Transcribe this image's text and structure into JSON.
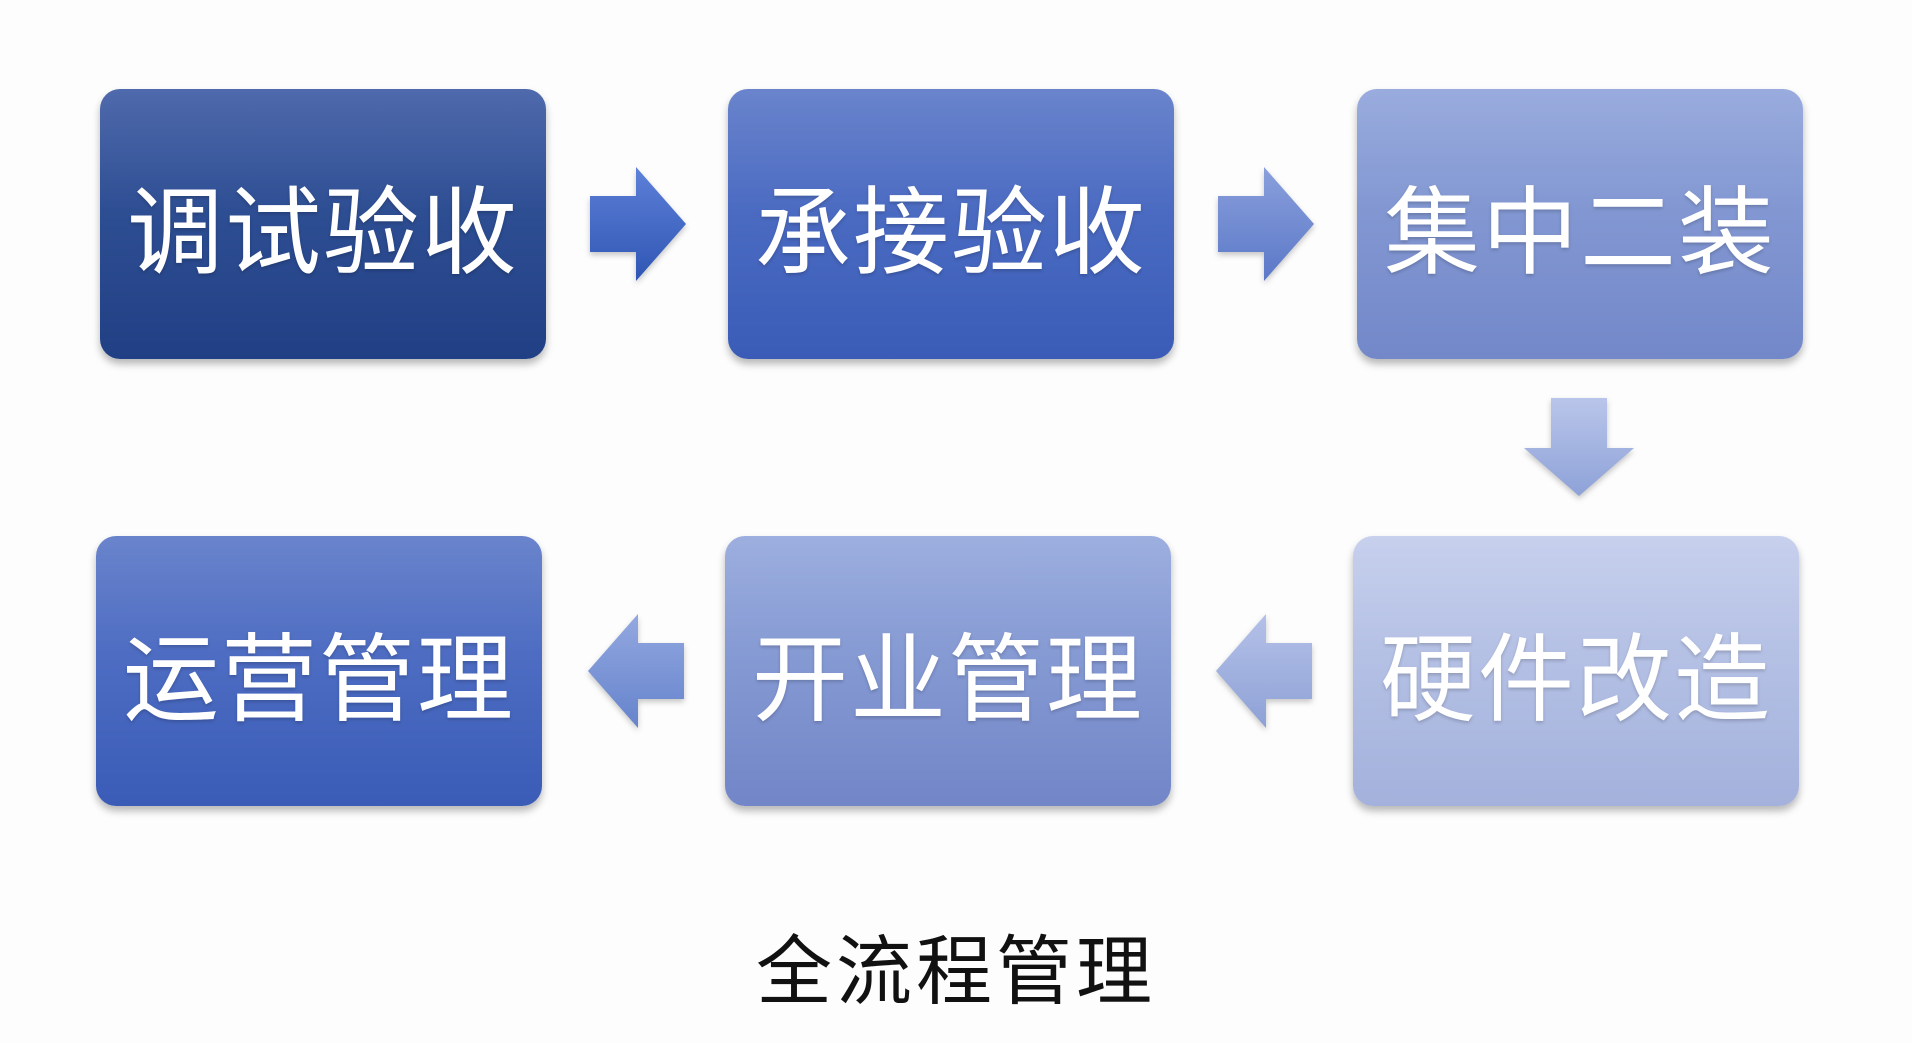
{
  "diagram": {
    "steps": [
      {
        "label": "调试验收"
      },
      {
        "label": "承接验收"
      },
      {
        "label": "集中二装"
      },
      {
        "label": "硬件改造"
      },
      {
        "label": "开业管理"
      },
      {
        "label": "运营管理"
      }
    ],
    "caption": "全流程管理"
  },
  "colors": {
    "step_1": "#2e4e93",
    "step_2": "#4b6bc2",
    "step_3": "#8297d2",
    "step_4": "#b4c0e4",
    "step_5": "#8599d3",
    "step_6": "#4d6cc2",
    "arrow_dark": "#3c63c0",
    "arrow_light": "#a8b5e0",
    "caption_text": "#111111"
  },
  "icons": [
    "arrow-right-icon",
    "arrow-right-icon",
    "arrow-down-icon",
    "arrow-left-icon",
    "arrow-left-icon"
  ]
}
